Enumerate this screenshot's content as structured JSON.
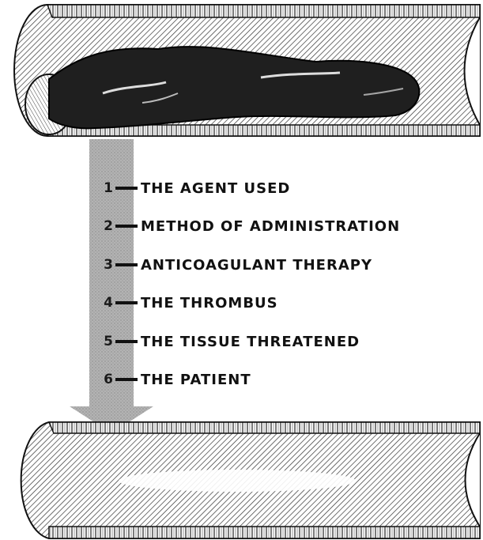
{
  "factors": [
    {
      "number": "1",
      "label": "THE AGENT USED"
    },
    {
      "number": "2",
      "label": "METHOD OF ADMINISTRATION"
    },
    {
      "number": "3",
      "label": "ANTICOAGULANT THERAPY"
    },
    {
      "number": "4",
      "label": "THE THROMBUS"
    },
    {
      "number": "5",
      "label": "THE TISSUE THREATENED"
    },
    {
      "number": "6",
      "label": "THE PATIENT"
    }
  ],
  "colors": {
    "ink": "#111111",
    "arrow": "#a9a9a9",
    "thrombus": "#222222",
    "wall": "#ffffff"
  },
  "icons": {
    "top_vessel": "vessel-with-thrombus-illustration",
    "bottom_vessel": "clear-vessel-illustration",
    "arrow": "down-arrow-icon"
  }
}
